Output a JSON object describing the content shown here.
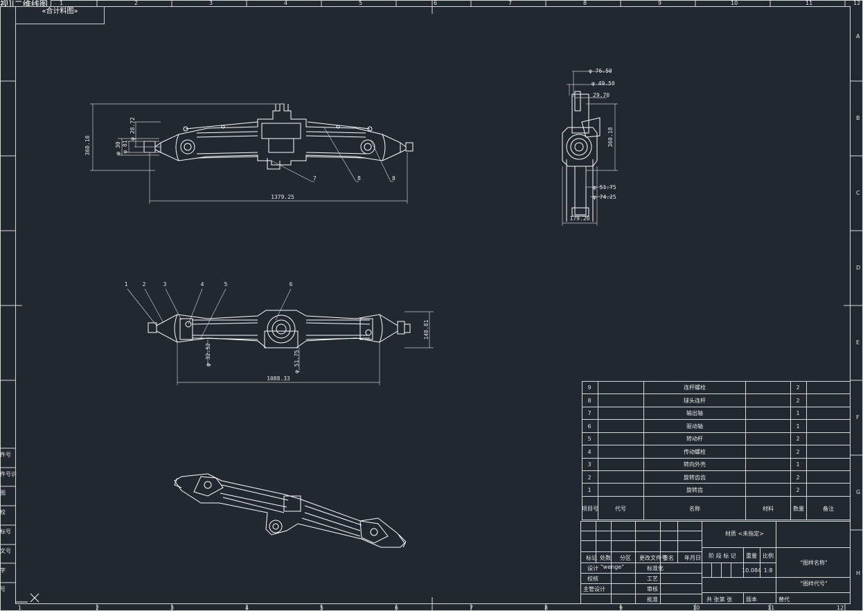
{
  "tab_label": "视]|二维线图",
  "view_label": "«合计料图»",
  "border": {
    "top_numbers": [
      "1",
      "2",
      "3",
      "4",
      "5",
      "6",
      "7",
      "8",
      "9",
      "10",
      "11",
      "12"
    ],
    "side_letters": [
      "A",
      "B",
      "C",
      "D",
      "E",
      "F",
      "G",
      "H"
    ]
  },
  "left_strip": [
    "件号",
    "件号识",
    "图",
    "校",
    "标号",
    "文号",
    "字",
    "号"
  ],
  "dimensions": {
    "front_height": "360.18",
    "front_d1": "φ 30",
    "front_d2": "φ 81",
    "front_d3": "φ 28.72",
    "front_width": "1379.25",
    "side_d1": "φ 76.50",
    "side_d2": "φ 49.50",
    "side_d3": "29.70",
    "side_height": "360.18",
    "side_d4": "φ 51.75",
    "side_d5": "φ 74.25",
    "side_width": "179.20",
    "top_height": "140.81",
    "top_d1": "φ 32.52",
    "top_d2": "φ 51.75",
    "top_width": "1088.33"
  },
  "balloons_front": [
    "7",
    "8",
    "8"
  ],
  "balloons_top": [
    "1",
    "2",
    "3",
    "4",
    "5",
    "6"
  ],
  "bom": {
    "rows": [
      {
        "no": "9",
        "name": "连杆螺栓",
        "qty": "2"
      },
      {
        "no": "8",
        "name": "球头连杆",
        "qty": "2"
      },
      {
        "no": "7",
        "name": "输出轴",
        "qty": "1"
      },
      {
        "no": "6",
        "name": "驱动轴",
        "qty": "1"
      },
      {
        "no": "5",
        "name": "转动杆",
        "qty": "2"
      },
      {
        "no": "4",
        "name": "传动螺栓",
        "qty": "2"
      },
      {
        "no": "3",
        "name": "转向外壳",
        "qty": "1"
      },
      {
        "no": "2",
        "name": "旋转齿齿",
        "qty": "2"
      },
      {
        "no": "1",
        "name": "旋转齿",
        "qty": "2"
      }
    ],
    "header": {
      "no": "项目号",
      "code": "代号",
      "name": "名称",
      "material": "材料",
      "qty": "数量",
      "note": "备注"
    }
  },
  "title_block": {
    "material": "材质 <未指定>",
    "part_name": "\"图样名称\"",
    "part_code": "\"图样代号\"",
    "col_labels": [
      "标记",
      "处数",
      "分区",
      "更改文件号",
      "签名",
      "年月日"
    ],
    "stage_label": "阶 段 标 记",
    "weight_label": "重量",
    "scale_label": "比例",
    "weight": "10.084",
    "scale": "1:8",
    "design": "设计",
    "designer": "\"wenge\"",
    "standardize": "标准化",
    "check": "校核",
    "process": "工艺",
    "chief": "主管设计",
    "review": "审核",
    "approve": "批准",
    "sheets": "共 张第 张",
    "version": "版本",
    "replace": "替代"
  }
}
